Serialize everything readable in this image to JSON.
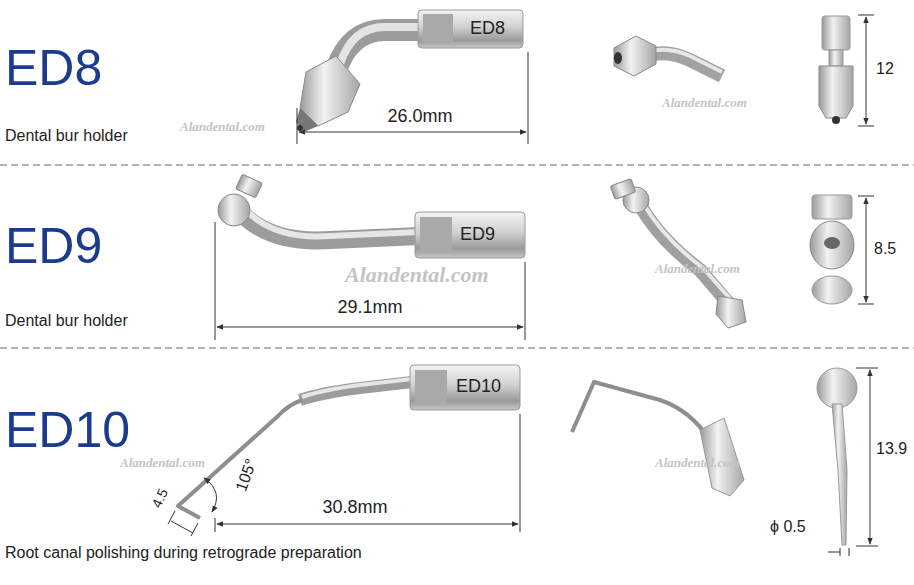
{
  "diagram": {
    "labels": [
      "ED8",
      "ED8",
      "26.0mm",
      "12",
      "Dental bur holder",
      "Alandental.com",
      "Alandental.com",
      "ED9",
      "ED9",
      "29.1mm",
      "8.5",
      "Dental bur holder",
      "Alandental.com",
      "Alandental.com",
      "ED10",
      "ED10",
      "105°",
      "4.5",
      "30.8mm",
      "13.9",
      "ϕ 0.5",
      "Root canal polishing during retrograde preparation",
      "Alandental.com",
      "Alandental.com"
    ]
  }
}
